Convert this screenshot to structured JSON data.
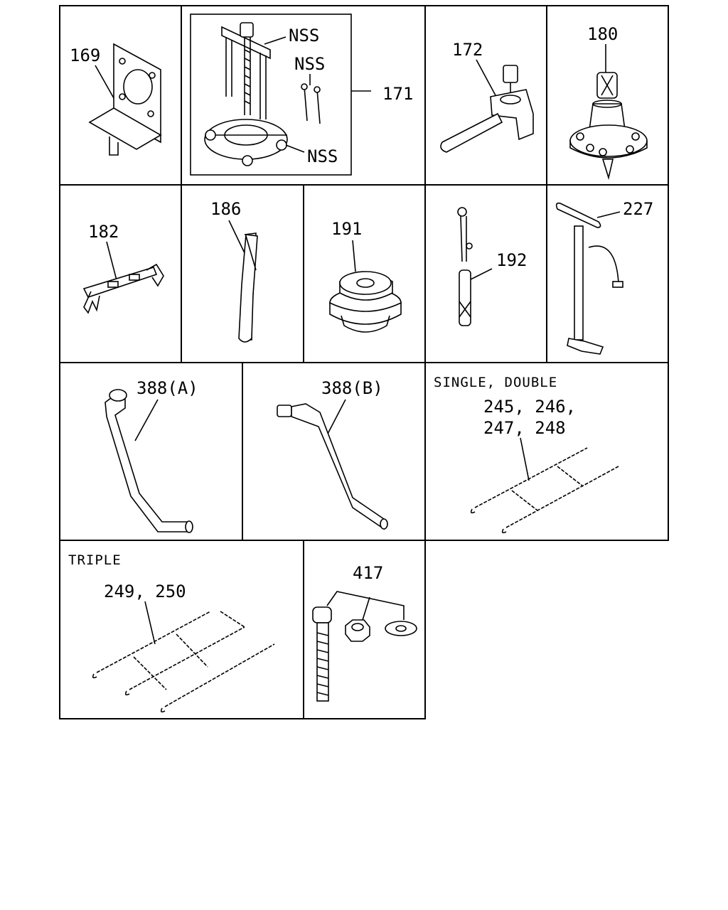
{
  "cells": {
    "c169": {
      "label": "169"
    },
    "c171": {
      "label": "171",
      "nss_top": "NSS",
      "nss_mid": "NSS",
      "nss_bot": "NSS"
    },
    "c172": {
      "label": "172"
    },
    "c180": {
      "label": "180"
    },
    "c182": {
      "label": "182"
    },
    "c186": {
      "label": "186"
    },
    "c191": {
      "label": "191"
    },
    "c192": {
      "label": "192"
    },
    "c227": {
      "label": "227"
    },
    "c388a": {
      "label": "388(A)"
    },
    "c388b": {
      "label": "388(B)"
    },
    "chain_double": {
      "caption": "SINGLE, DOUBLE",
      "label_line1": "245, 246,",
      "label_line2": "247, 248"
    },
    "chain_triple": {
      "caption": "TRIPLE",
      "label": "249, 250"
    },
    "c417": {
      "label": "417"
    }
  }
}
